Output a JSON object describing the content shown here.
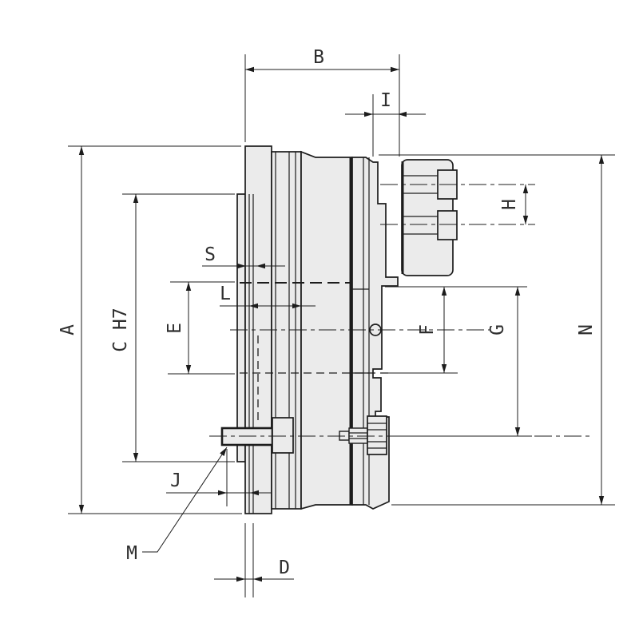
{
  "drawing": {
    "title": "chuck-cross-section",
    "labels": {
      "a": "A",
      "b": "B",
      "c": "C H7",
      "d": "D",
      "e": "E",
      "f": "F",
      "g": "G",
      "h": "H",
      "i": "I",
      "j": "J",
      "l": "L",
      "m": "M",
      "n": "N",
      "s": "S"
    },
    "colors": {
      "line": "#1c1c1c",
      "body_fill": "#ebebeb",
      "background": "#ffffff",
      "label": "#2e2e2e"
    }
  }
}
